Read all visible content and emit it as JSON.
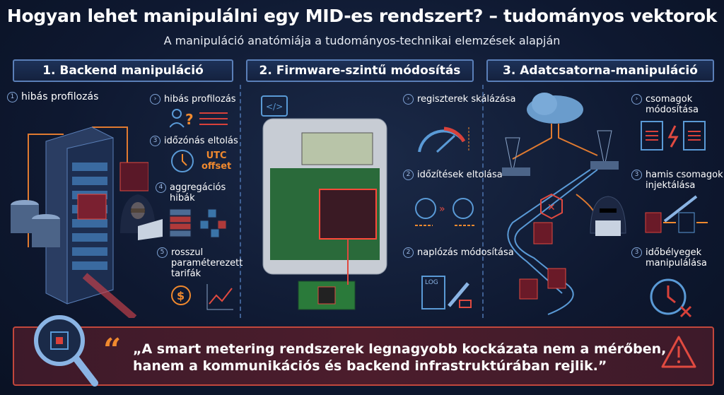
{
  "title": "Hogyan lehet manipulálni egy MID-es rendszert? – tudományos vektorok",
  "subtitle": "A manipuláció anatómiája a tudományos-technikai elemzések alapján",
  "sections": [
    {
      "heading": "1. Backend manipuláció",
      "lead": {
        "num": "1",
        "label": "hibás profilozás"
      },
      "items": [
        {
          "num": "›",
          "label": "hibás profilozás"
        },
        {
          "num": "3",
          "label": "időzónás eltolás"
        },
        {
          "num": "4",
          "label": "aggregációs hibák"
        },
        {
          "num": "5",
          "label": "rosszul paraméterezett tarifák"
        }
      ],
      "utc_label": "UTC offset"
    },
    {
      "heading": "2. Firmware-szintű módosítás",
      "items": [
        {
          "num": "›",
          "label": "regiszterek skálázása"
        },
        {
          "num": "2",
          "label": "időzítések eltolása"
        },
        {
          "num": "2",
          "label": "naplózás módosítása"
        }
      ],
      "log_label": "LOG"
    },
    {
      "heading": "3. Adatcsatorna-manipuláció",
      "items": [
        {
          "num": "›",
          "label": "csomagok módosítása"
        },
        {
          "num": "3",
          "label": "hamis csomagok injektálása"
        },
        {
          "num": "3",
          "label": "időbélyegek manipulálása"
        }
      ]
    }
  ],
  "quote": {
    "line1": "„A smart metering rendszerek legnagyobb kockázata nem a mérőben,",
    "line2": "hanem a kommunikációs és backend infrastruktúrában rejlik.”",
    "mark": "“"
  },
  "colors": {
    "accent": "#f0892e",
    "danger": "#d8413a",
    "line": "#5a9ad6"
  }
}
